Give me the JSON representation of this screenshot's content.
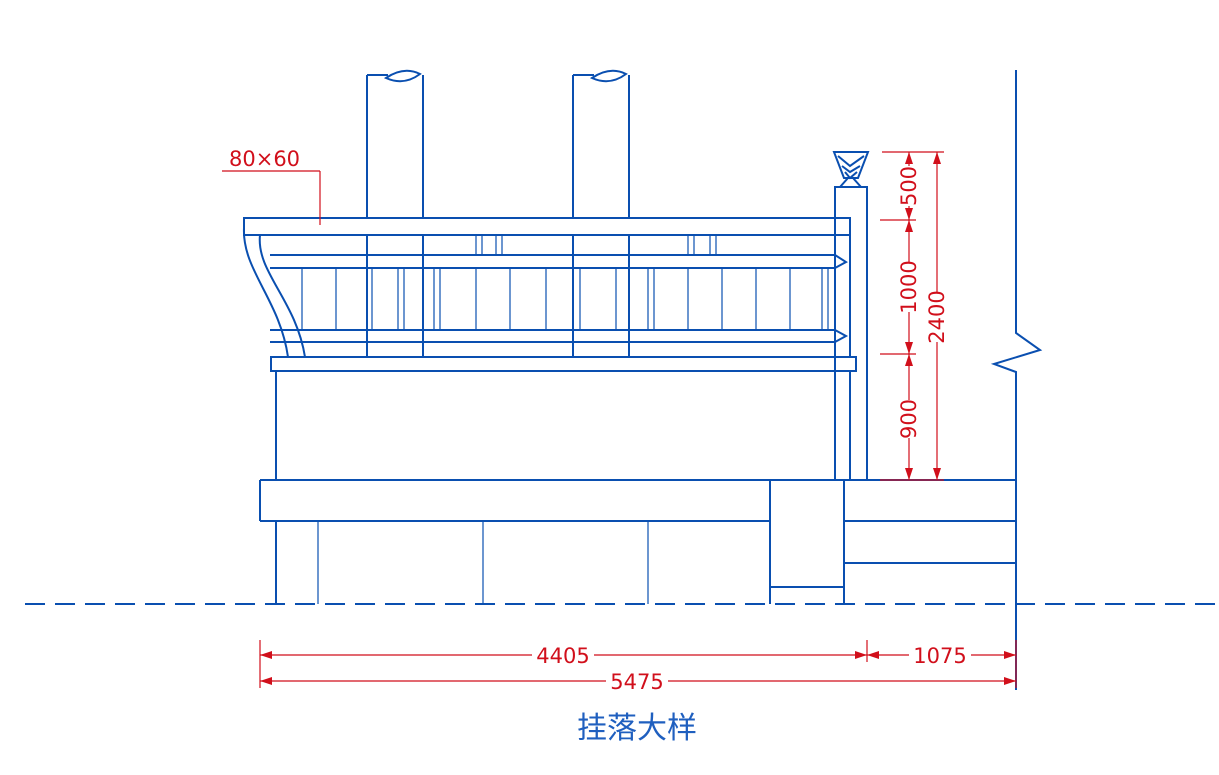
{
  "title": "挂落大样",
  "colors": {
    "line": "#0a4fb0",
    "dimension": "#d10f1b",
    "title": "#1f5fbf",
    "background": "#ffffff"
  },
  "annotations": {
    "member_size": "80×60"
  },
  "dimensions": {
    "vertical": {
      "top_part": "500",
      "middle_part": "1000",
      "bottom_part": "900",
      "total": "2400"
    },
    "horizontal": {
      "left_span": "4405",
      "right_span": "1075",
      "total": "5475"
    }
  }
}
